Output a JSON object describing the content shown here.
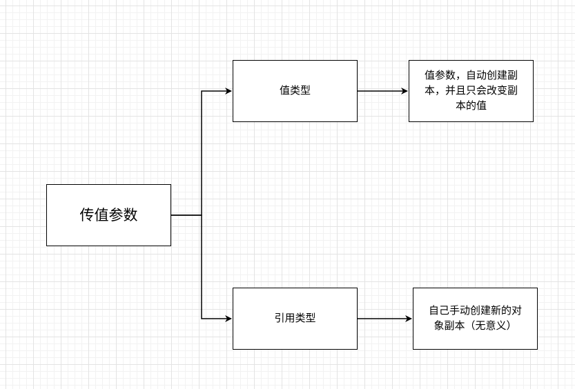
{
  "nodes": {
    "root": "传值参数",
    "value_type": "值类型",
    "reference_type": "引用类型",
    "value_note_lines": [
      "值参数，自动创建副",
      "本，并且只会改变副",
      "本的值"
    ],
    "reference_note_lines": [
      "自己手动创建新的对",
      "象副本（无意义）"
    ]
  },
  "colors": {
    "line": "#000000",
    "grid_major": "#e3e3e3",
    "grid_minor": "#f2f2f2",
    "background": "#ffffff"
  }
}
